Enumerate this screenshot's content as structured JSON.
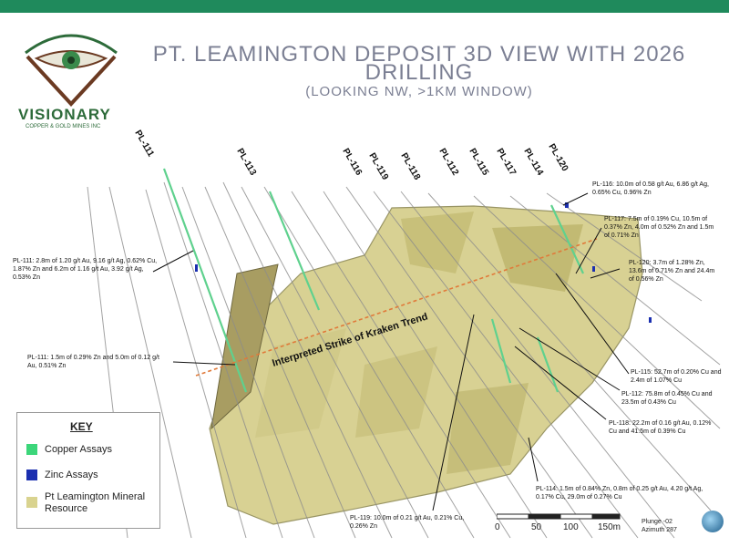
{
  "header_bar_color": "#1f8a5c",
  "logo": {
    "name": "VISIONARY",
    "tagline": "COPPER & GOLD MINES INC",
    "icon": "eye-logo-icon"
  },
  "title": {
    "line1": "PT. LEAMINGTON DEPOSIT 3D VIEW WITH 2026",
    "line2": "DRILLING",
    "subtitle": "(LOOKING NW, >1KM WINDOW)"
  },
  "holes": [
    "PL-111",
    "PL-113",
    "PL-116",
    "PL-119",
    "PL-118",
    "PL-112",
    "PL-115",
    "PL-117",
    "PL-114",
    "PL-120"
  ],
  "trend_label": "Interpreted Strike of Kraken Trend",
  "annotations": {
    "pl111a": "PL-111: 2.8m of 1.20 g/t Au, 9.16 g/t Ag, 0.62% Cu, 1.87% Zn and 6.2m of 1.16 g/t Au, 3.92 g/t Ag, 0.53% Zn",
    "pl111b": "PL-111: 1.5m of 0.29% Zn and 5.0m of 0.12 g/t Au, 0.51% Zn",
    "pl116": "PL-116: 10.0m of 0.58 g/t Au, 6.86 g/t Ag, 0.65% Cu, 0.96% Zn",
    "pl117": "PL-117: 7.5m of 0.19% Cu, 10.5m of 0.37% Zn, 4.0m of 0.52% Zn and 1.5m of 0.71% Zn",
    "pl120": "PL-120: 3.7m of 1.28% Zn, 13.6m of 0.71% Zn and 24.4m of 0.56% Zn",
    "pl115": "PL-115: 52.7m of 0.20% Cu and 2.4m of 1.07% Cu",
    "pl112": "PL-112: 75.8m of 0.45% Cu and 23.5m of 0.43% Cu",
    "pl118": "PL-118: 22.2m of 0.16 g/t Au, 0.12% Cu and 41.5m of 0.39% Cu",
    "pl114": "PL-114: 1.5m of 0.84% Zn, 0.8m of 0.25 g/t Au, 4.20 g/t Ag, 0.17% Cu, 29.0m of 0.27% Cu",
    "pl119": "PL-119: 10.0m of 0.21 g/t Au, 0.21% Cu, 0.26% Zn"
  },
  "key": {
    "title": "KEY",
    "items": [
      {
        "label": "Copper Assays",
        "color": "#3cd67a"
      },
      {
        "label": "Zinc Assays",
        "color": "#1b2fb0"
      },
      {
        "label": "Pt Leamington Mineral Resource",
        "color": "#d9d38f"
      }
    ]
  },
  "scale": {
    "ticks": [
      "0",
      "50",
      "100",
      "150m"
    ]
  },
  "view": {
    "plunge": "Plunge -02",
    "azimuth": "Azimuth 287"
  },
  "compass_icon": "globe-compass-icon"
}
